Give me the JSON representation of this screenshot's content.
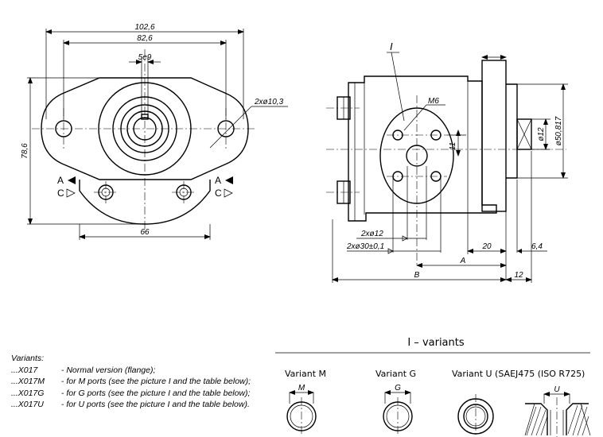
{
  "front_view": {
    "dim_overall_width": "102,6",
    "dim_bolt_spacing": "82,6",
    "dim_shaft": "5e9",
    "dim_holes": "2xø10,3",
    "dim_height": "78,6",
    "dim_66": "66",
    "port_a_left": "A",
    "port_c_left": "C",
    "port_a_right": "A",
    "port_c_right": "C"
  },
  "side_view": {
    "detail_label": "I",
    "thread_label": "M6",
    "dim_11": "11",
    "dim_2x12": "2xø12",
    "dim_2x30": "2xø30±0,1",
    "dim_20": "20",
    "dim_A": "A",
    "dim_B": "B",
    "dim_6_4": "6,4",
    "dim_12": "12",
    "dim_d12": "ø12",
    "dim_d50": "ø50,817"
  },
  "notes": {
    "heading": "Variants:",
    "items": [
      {
        "code": "...X017",
        "desc": " - Normal version (flange);"
      },
      {
        "code": "...X017M",
        "desc": " - for M ports (see the picture I and the table below);"
      },
      {
        "code": "...X017G",
        "desc": " - for G ports (see the picture I and the table below);"
      },
      {
        "code": "...X017U",
        "desc": " - for U ports (see the picture I and the table below)."
      }
    ]
  },
  "variants": {
    "title": "I  –  variants",
    "m_label": "Variant  M",
    "m_dim": "M",
    "g_label": "Variant  G",
    "g_dim": "G",
    "u_label": "Variant  U   (SAEJ475 (ISO R725)",
    "u_dim": "U"
  }
}
